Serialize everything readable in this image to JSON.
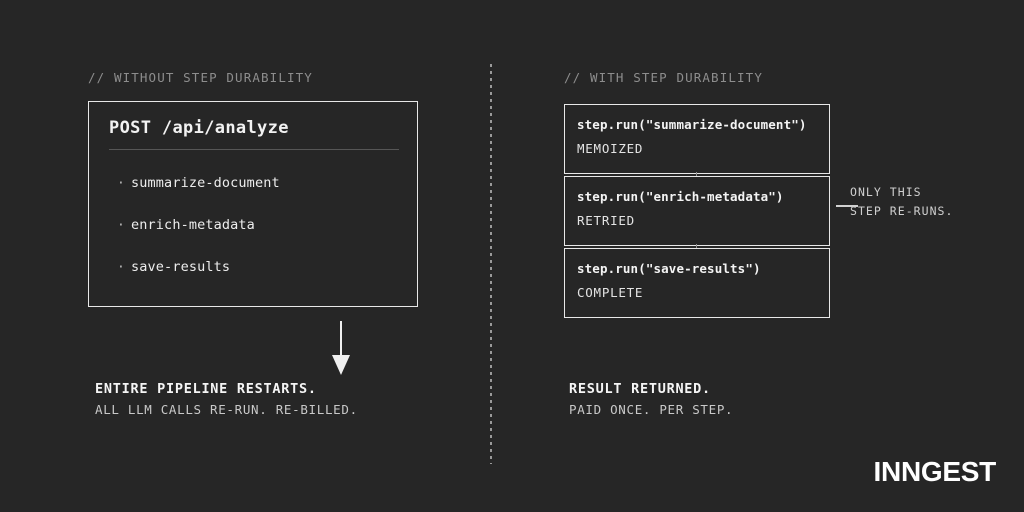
{
  "canvas": {
    "background": "#262626",
    "brand": "INNGEST"
  },
  "left": {
    "comment": "// WITHOUT STEP DURABILITY",
    "card": {
      "title": "POST /api/analyze",
      "bullet": "·",
      "steps": [
        {
          "label": "summarize-document"
        },
        {
          "label": "enrich-metadata"
        },
        {
          "label": "save-results"
        }
      ]
    },
    "outcome": {
      "primary": "ENTIRE PIPELINE RESTARTS.",
      "secondary": "ALL LLM CALLS RE-RUN. RE-BILLED."
    }
  },
  "right": {
    "comment": "// WITH STEP DURABILITY",
    "steps": [
      {
        "call": "step.run(\"summarize-document\")",
        "status": "MEMOIZED"
      },
      {
        "call": "step.run(\"enrich-metadata\")",
        "status": "RETRIED"
      },
      {
        "call": "step.run(\"save-results\")",
        "status": "COMPLETE"
      }
    ],
    "callout": {
      "line1": "ONLY THIS",
      "line2": "STEP RE-RUNS."
    },
    "outcome": {
      "primary": "RESULT RETURNED.",
      "secondary": "PAID ONCE. PER STEP."
    }
  },
  "colors": {
    "background": "#262626",
    "border": "#e8e8e8",
    "text_primary": "#f2f2f2",
    "text_muted": "#8d8d8d",
    "rule": "#565656"
  }
}
